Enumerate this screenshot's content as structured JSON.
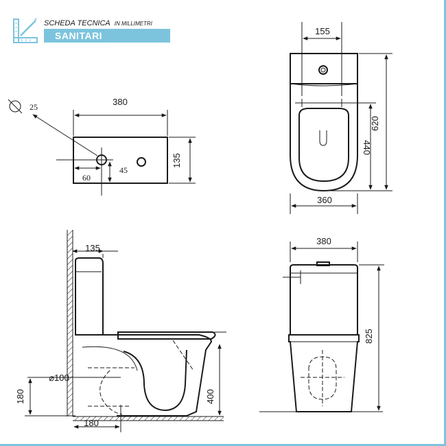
{
  "header": {
    "title": "SCHEDA TECNICA",
    "unit_note": "IN MILLIMETRI",
    "category": "SANITARI",
    "accent_color": "#7cc4dd",
    "logo_icon": "ruler-square-icon"
  },
  "tank_top_view": {
    "width_label": "380",
    "height_label": "135",
    "hole_diameter_label": "25",
    "hole_x_label": "60",
    "hole_y_label": "45"
  },
  "plan_view": {
    "top_label": "155",
    "width_label": "360",
    "depth_label": "620",
    "inner_label": "440"
  },
  "side_view": {
    "tank_depth_label": "135",
    "outlet_diameter_label": "⌀100",
    "outlet_height_label": "180",
    "outlet_wall_label": "180",
    "seat_height_label": "400"
  },
  "front_view": {
    "width_label": "380",
    "height_label": "825"
  }
}
